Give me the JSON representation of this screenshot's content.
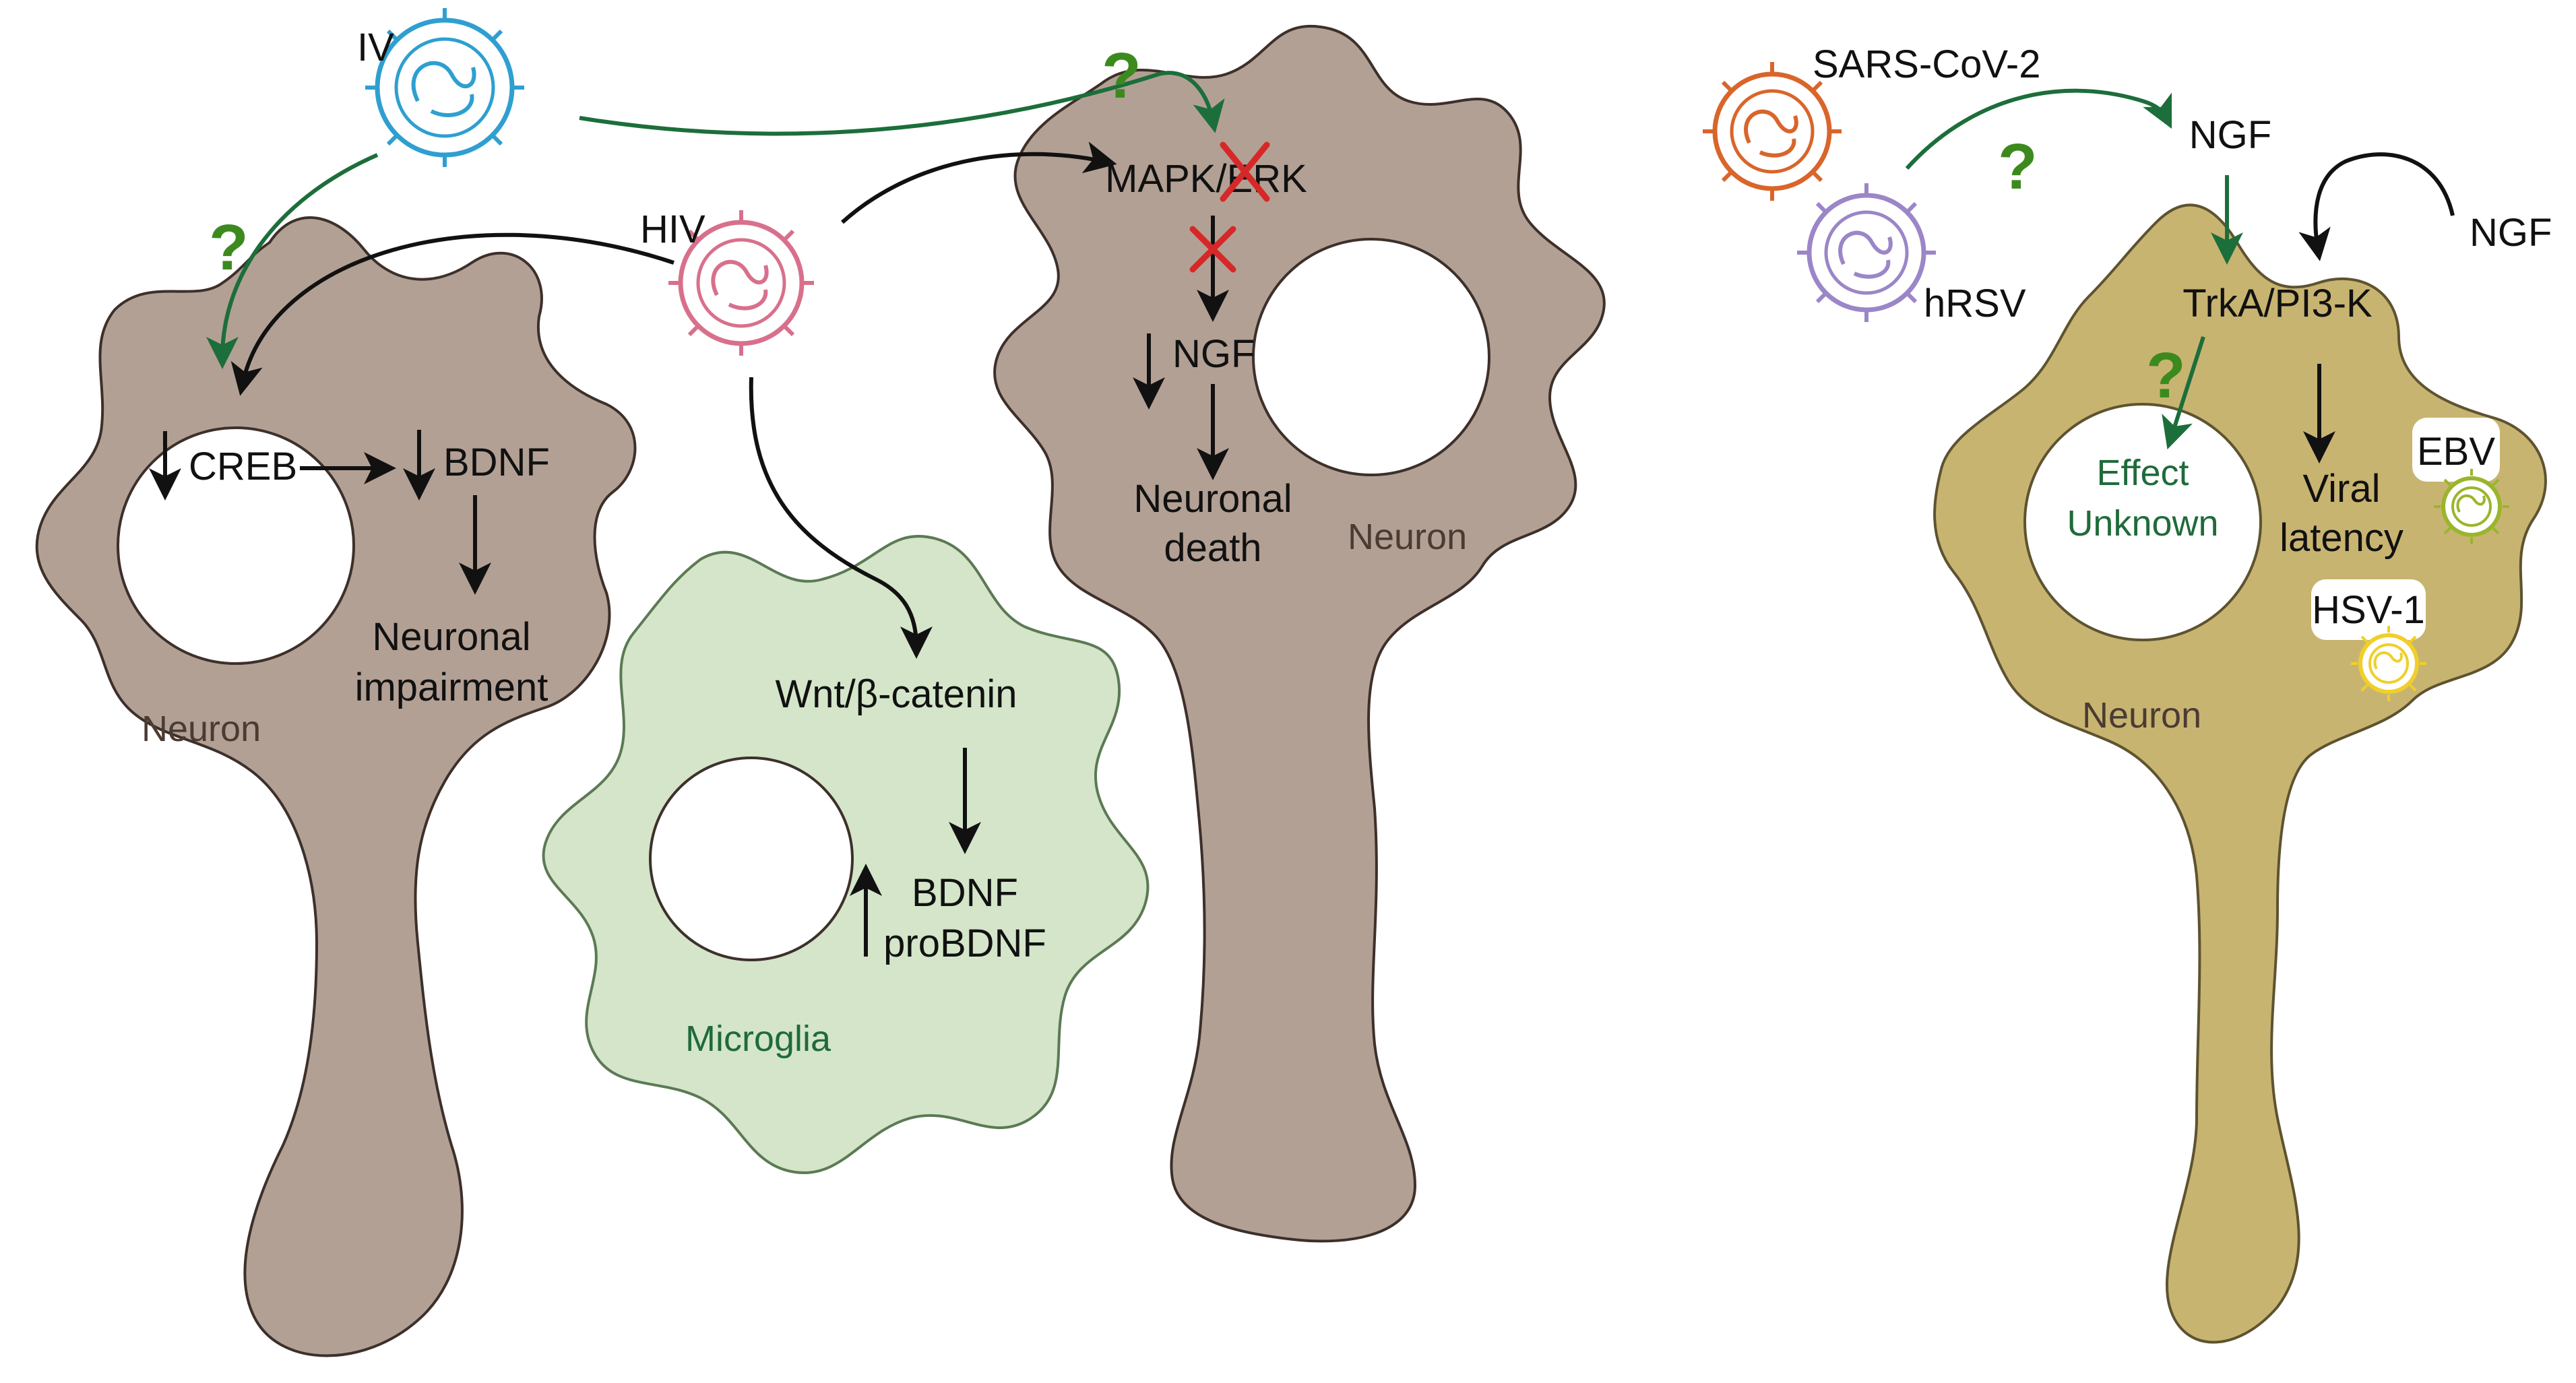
{
  "colors": {
    "neuron_brown": "#b3a094",
    "neuron_outline": "#3d302a",
    "microglia_green": "#d4e5c9",
    "microglia_outline": "#5b7a54",
    "neuron_olive": "#c8b471",
    "neuron_olive_outline": "#5e5330",
    "nucleus": "#ffffff",
    "arrow_green": "#1c6e3a",
    "question_green": "#3c8a1e",
    "x_red": "#d62828",
    "iv_virus": "#2e9fd0",
    "hiv_virus": "#d8708c",
    "sars_virus": "#d9652a",
    "hrsv_virus": "#9b86c8",
    "ebv_virus": "#9ab52c",
    "hsv_virus": "#f0cf2a"
  },
  "left_panel": {
    "viruses": {
      "iv": "IV",
      "hiv": "HIV"
    },
    "question_mark": "?",
    "neuron_1": {
      "label": "Neuron",
      "creb": "CREB",
      "bdnf": "BDNF",
      "outcome_line1": "Neuronal",
      "outcome_line2": "impairment"
    },
    "microglia": {
      "label": "Microglia",
      "pathway": "Wnt/β-catenin",
      "product_line1": "BDNF",
      "product_line2": "proBDNF"
    },
    "neuron_2": {
      "label": "Neuron",
      "pathway": "MAPK/ERK",
      "ngf": "NGF",
      "outcome_line1": "Neuronal",
      "outcome_line2": "death"
    }
  },
  "right_panel": {
    "viruses": {
      "sars": "SARS-CoV-2",
      "hrsv": "hRSV",
      "ebv": "EBV",
      "hsv": "HSV-1"
    },
    "question_mark": "?",
    "ngf_top": "NGF",
    "ngf_right": "NGF",
    "neuron": {
      "label": "Neuron",
      "receptor": "TrkA/PI3-K",
      "effect_line1": "Effect",
      "effect_line2": "Unknown",
      "latency_line1": "Viral",
      "latency_line2": "latency"
    }
  }
}
